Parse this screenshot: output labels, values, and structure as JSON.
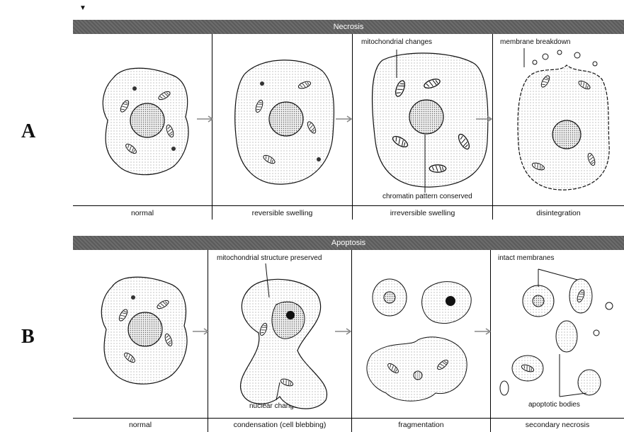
{
  "row_labels": {
    "a": "A",
    "b": "B"
  },
  "necrosis": {
    "title": "Necrosis",
    "stages": [
      "normal",
      "reversible swelling",
      "irreversible swelling",
      "disintegration"
    ],
    "notes": {
      "mito": "mitochondrial changes",
      "membrane": "membrane breakdown",
      "chromatin": "chromatin pattern conserved"
    }
  },
  "apoptosis": {
    "title": "Apoptosis",
    "stages": [
      "normal",
      "condensation (cell blebbing)",
      "fragmentation",
      "secondary necrosis"
    ],
    "notes": {
      "mito": "mitochondrial structure preserved",
      "nuclear": "nuclear changes",
      "membranes": "intact membranes",
      "bodies": "apoptotic bodies"
    }
  }
}
